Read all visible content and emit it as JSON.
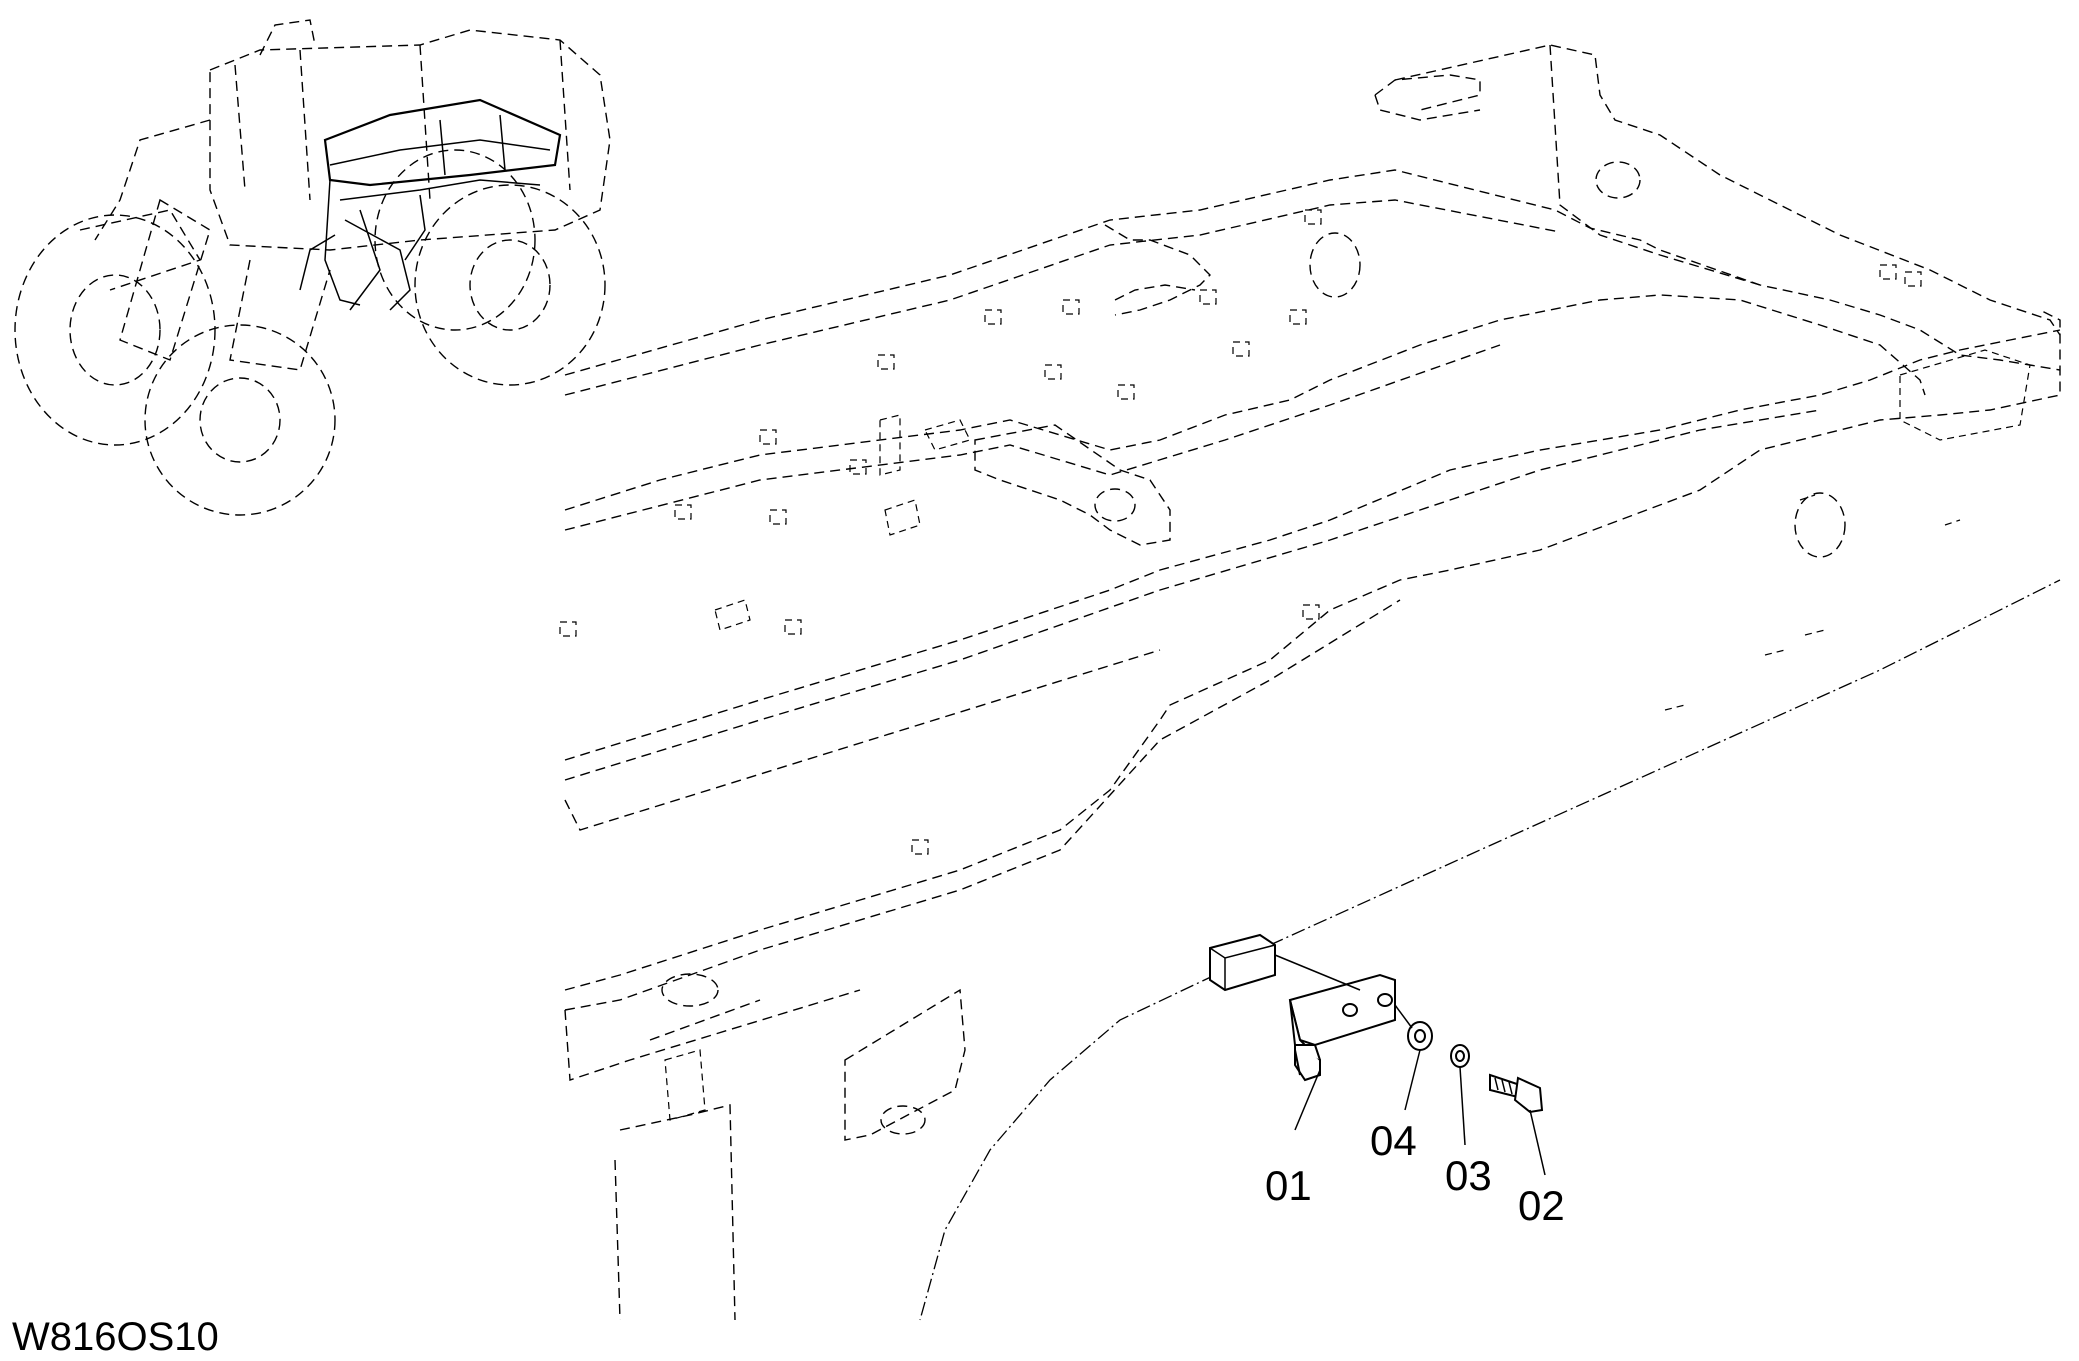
{
  "figure": {
    "code": "W816OS10",
    "callouts": [
      {
        "id": "01",
        "text": "01"
      },
      {
        "id": "04",
        "text": "04"
      },
      {
        "id": "03",
        "text": "03"
      },
      {
        "id": "02",
        "text": "02"
      }
    ]
  }
}
